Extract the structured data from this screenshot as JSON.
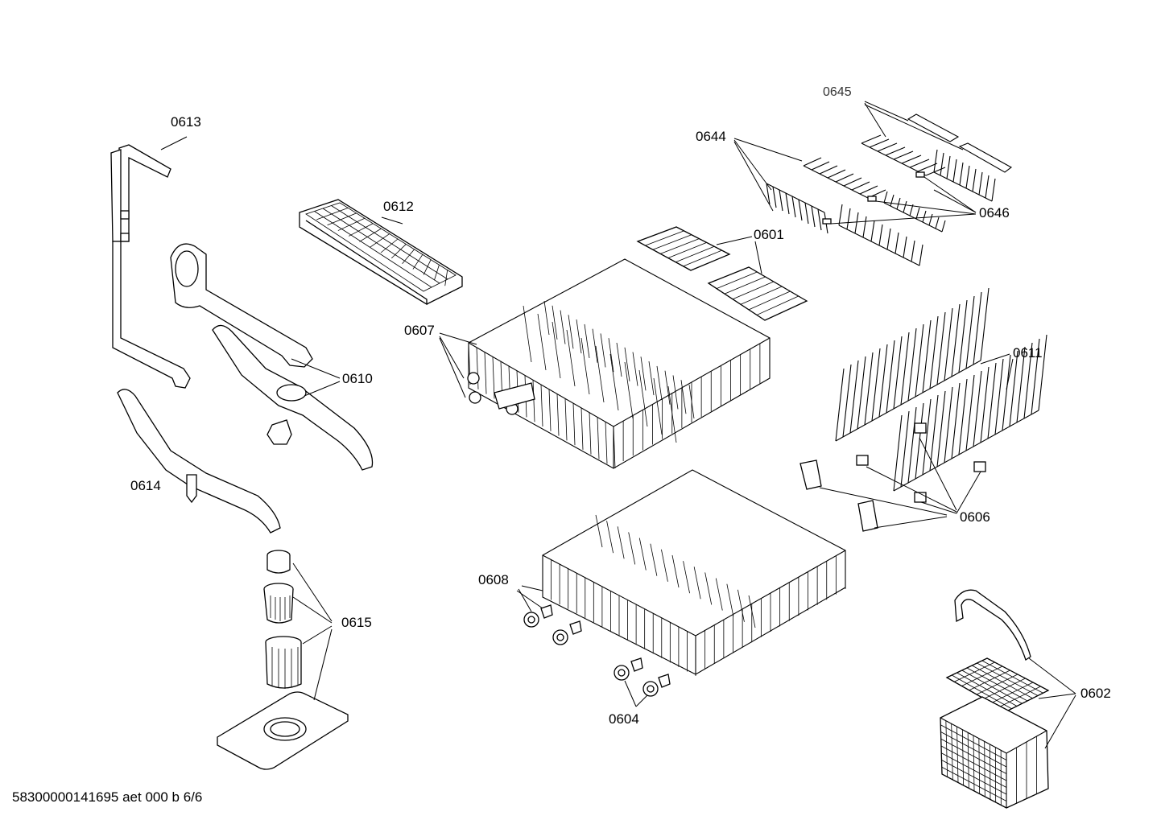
{
  "labels": {
    "p0613": "0613",
    "p0612": "0612",
    "p0610": "0610",
    "p0614": "0614",
    "p0615": "0615",
    "p0607": "0607",
    "p0601": "0601",
    "p0644": "0644",
    "p0645": "0645",
    "p0646": "0646",
    "p0611": "0611",
    "p0606": "0606",
    "p0608": "0608",
    "p0604": "0604",
    "p0602": "0602"
  },
  "footer": "58300000141695 aet 000 b 6/6"
}
